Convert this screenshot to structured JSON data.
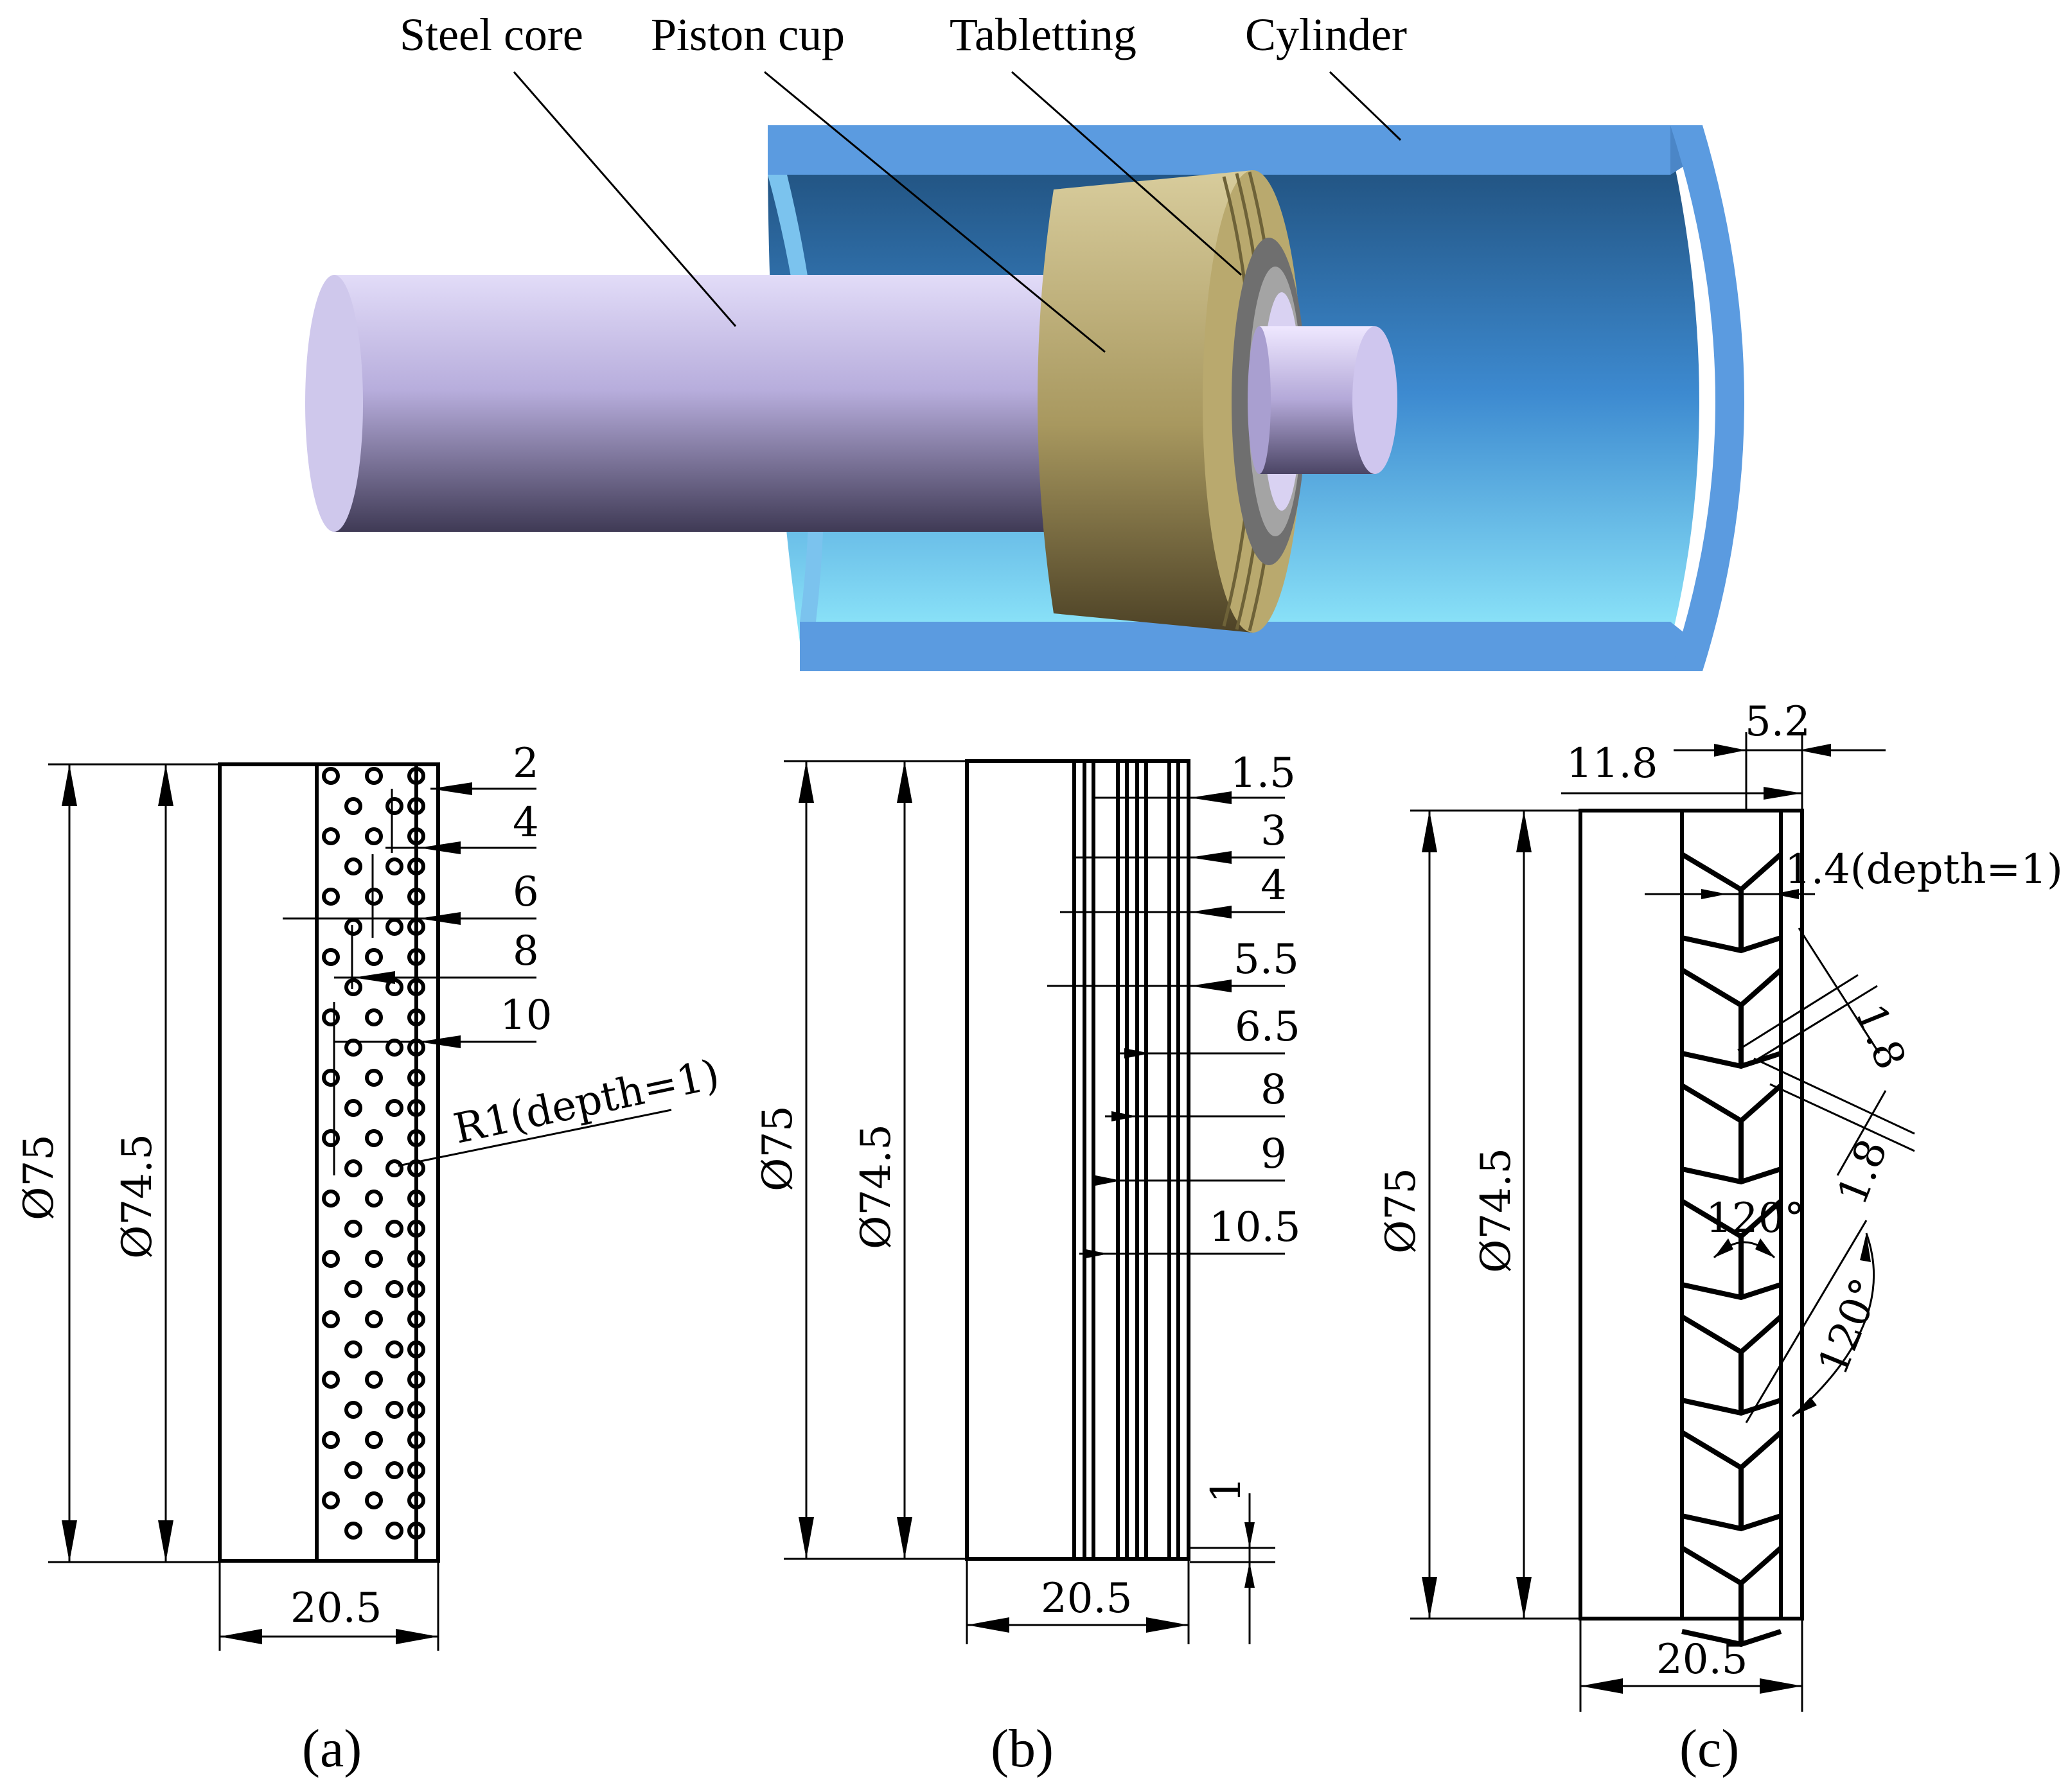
{
  "labels": {
    "steel_core": "Steel core",
    "piston_cup": "Piston cup",
    "tabletting": "Tabletting",
    "cylinder": "Cylinder"
  },
  "panel_a": {
    "caption": "(a)",
    "d_outer": "Ø75",
    "d_inner": "Ø74.5",
    "width": "20.5",
    "rows": [
      "2",
      "4",
      "6",
      "8",
      "10"
    ],
    "hole": "R1(depth=1)"
  },
  "panel_b": {
    "caption": "(b)",
    "d_outer": "Ø75",
    "d_inner": "Ø74.5",
    "width": "20.5",
    "grooves": [
      "1.5",
      "3",
      "4",
      "5.5",
      "6.5",
      "8",
      "9",
      "10.5"
    ],
    "groove_depth": "1"
  },
  "panel_c": {
    "caption": "(c)",
    "d_outer": "Ø75",
    "d_inner": "Ø74.5",
    "width": "20.5",
    "offset": "11.8",
    "span": "5.2",
    "groove": "1.4(depth=1)",
    "spacing_1": "1.8",
    "spacing_2": "1.8",
    "angle_1": "120°",
    "angle_2": "120°"
  },
  "colors": {
    "cylinder": "#5b9be0",
    "steel_core": "#c9c2e8",
    "piston_cup": "#c4b37e",
    "tabletting": "#8a8a8a"
  }
}
